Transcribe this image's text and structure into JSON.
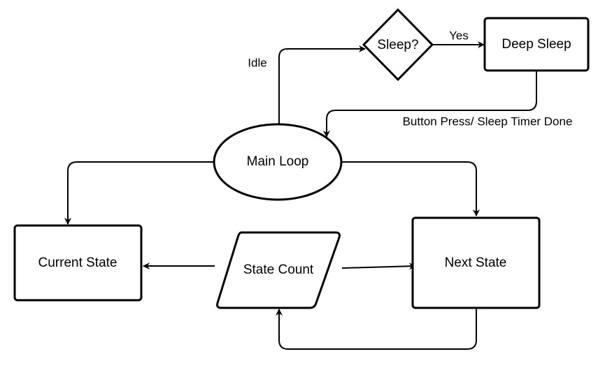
{
  "nodes": {
    "sleep_decision": "Sleep?",
    "deep_sleep": "Deep Sleep",
    "main_loop": "Main Loop",
    "current_state": "Current State",
    "state_count": "State Count",
    "next_state": "Next State"
  },
  "edges": {
    "idle": "Idle",
    "yes": "Yes",
    "wake": "Button Press/ Sleep Timer Done"
  }
}
